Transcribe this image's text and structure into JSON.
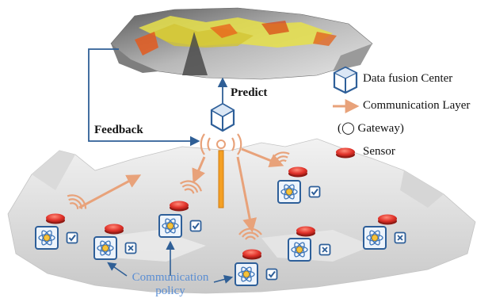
{
  "legend": {
    "data_fusion_center": "Data fusion Center",
    "communication_layer": "Communication Layer",
    "gateway": "(◯ Gateway)",
    "sensor": "Sensor"
  },
  "labels": {
    "predict": "Predict",
    "feedback": "Feedback",
    "policy_line1": "Communication",
    "policy_line2": "policy"
  },
  "colors": {
    "arrow_blue": "#2f5f96",
    "comm_orange": "#e8a27a",
    "sensor_red": "#e0322a",
    "tower_orange": "#f4a024",
    "policy_blue": "#5b8ed3",
    "cube_blue": "#2e5f99"
  },
  "nodes": [
    {
      "name": "node-left",
      "state": "checked"
    },
    {
      "name": "node-left-center",
      "state": "crossed"
    },
    {
      "name": "node-center",
      "state": "checked"
    },
    {
      "name": "node-bottom",
      "state": "checked"
    },
    {
      "name": "node-right-upper",
      "state": "checked"
    },
    {
      "name": "node-right-lower",
      "state": "crossed"
    },
    {
      "name": "node-far-right",
      "state": "crossed"
    }
  ]
}
